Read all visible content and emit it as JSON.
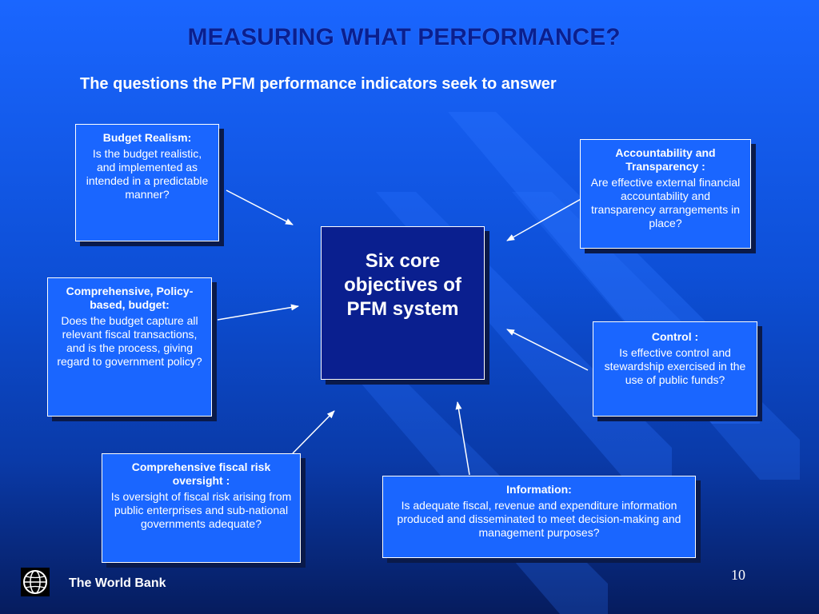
{
  "slide": {
    "title": "MEASURING WHAT PERFORMANCE?",
    "subtitle": "The questions the PFM performance indicators seek to answer",
    "page_number": "10"
  },
  "center": {
    "text": "Six core objectives of PFM system"
  },
  "objectives": [
    {
      "heading": "Budget Realism:",
      "question": "Is the budget realistic, and implemented as intended in a predictable manner?"
    },
    {
      "heading": "Accountability and Transparency :",
      "question": "Are effective external financial accountability and transparency arrangements in place?"
    },
    {
      "heading": "Comprehensive, Policy-based, budget:",
      "question": "Does the budget capture all relevant fiscal transactions, and is the process, giving regard to government policy?"
    },
    {
      "heading": "Control :",
      "question": "Is effective control and stewardship exercised in the use of public funds?"
    },
    {
      "heading": "Comprehensive fiscal risk oversight :",
      "question": "Is oversight of fiscal risk arising from public enterprises and sub-national governments adequate?"
    },
    {
      "heading": "Information:",
      "question": "Is adequate fiscal, revenue and expenditure information produced and disseminated to meet decision-making and management purposes?"
    }
  ],
  "footer": {
    "organization": "The World Bank",
    "logo_icon": "globe-icon"
  },
  "colors": {
    "background": "#1a66ff",
    "title": "#0a1f8f",
    "center_box": "#0a1f8f",
    "card": "#1a66ff",
    "shadow": "#0a1a4a"
  }
}
